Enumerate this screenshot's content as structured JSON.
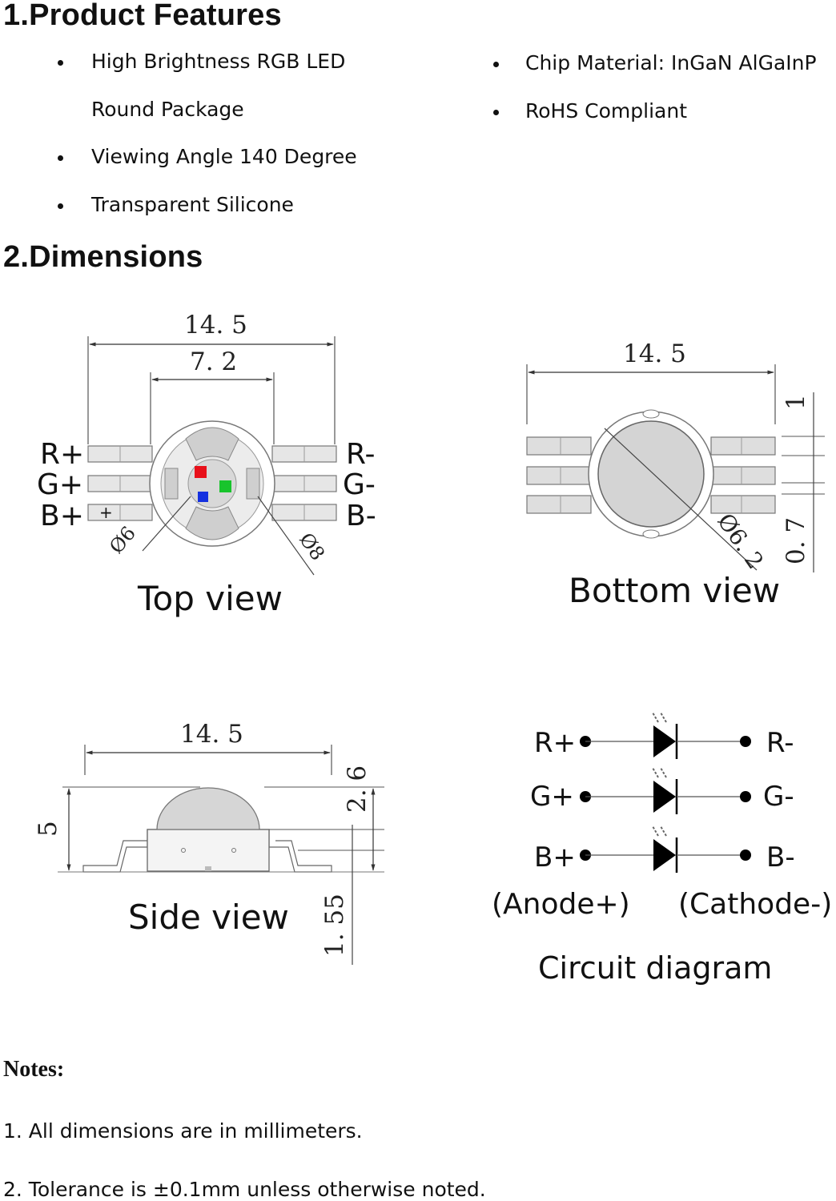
{
  "section1": {
    "title": "1.Product Features"
  },
  "features_left": [
    "High Brightness RGB LED",
    "Round Package",
    "Viewing Angle 140 Degree",
    "Transparent Silicone"
  ],
  "features_right": [
    "Chip Material: InGaN AlGaInP",
    "RoHS Compliant"
  ],
  "section2": {
    "title": "2.Dimensions"
  },
  "top_view": {
    "title": "Top view",
    "overall_width": "14. 5",
    "inner_width": "7. 2",
    "diameter_inner": "Ø6",
    "diameter_outer": "Ø8",
    "pins_left": [
      "R+",
      "G+",
      "B+"
    ],
    "pins_right": [
      "R-",
      "G-",
      "B-"
    ],
    "polarity_mark": "+",
    "chip_colors": {
      "red": "#e8101a",
      "green": "#18c42c",
      "blue": "#1430e0"
    }
  },
  "bottom_view": {
    "title": "Bottom view",
    "overall_width": "14. 5",
    "pitch": "1",
    "pad_gap": "0. 7",
    "diameter": "Ø6. 2"
  },
  "side_view": {
    "title": "Side view",
    "overall_width": "14. 5",
    "total_height": "5",
    "dome_height": "2. 6",
    "base_height": "1. 55"
  },
  "circuit": {
    "title": "Circuit diagram",
    "anodes": [
      "R+",
      "G+",
      "B+"
    ],
    "cathodes": [
      "R-",
      "G-",
      "B-"
    ],
    "anode_label": "(Anode+)",
    "cathode_label": "(Cathode-)"
  },
  "notes": {
    "title": "Notes:",
    "items": [
      "1. All dimensions are in millimeters.",
      "2. Tolerance is  ±0.1mm unless otherwise noted."
    ]
  }
}
